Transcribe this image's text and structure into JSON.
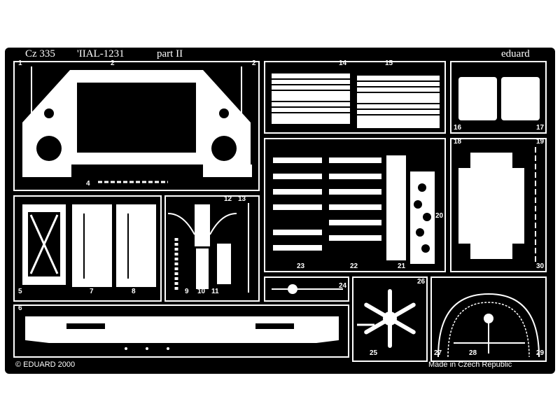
{
  "header": {
    "code": "Cz 335",
    "title": "'IIAL-1231",
    "part": "part II",
    "brand": "eduard"
  },
  "footer": {
    "copyright": "© EDUARD 2000",
    "origin": "Made in Czech Republic"
  },
  "part_numbers": [
    "1",
    "2",
    "2",
    "4",
    "5",
    "6",
    "7",
    "8",
    "9",
    "10",
    "11",
    "12",
    "13",
    "14",
    "15",
    "16",
    "17",
    "18",
    "19",
    "20",
    "21",
    "22",
    "23",
    "24",
    "25",
    "26",
    "27",
    "28",
    "29",
    "30"
  ],
  "colors": {
    "fret": "#000000",
    "brass": "#ffffff",
    "background": "#ffffff"
  }
}
